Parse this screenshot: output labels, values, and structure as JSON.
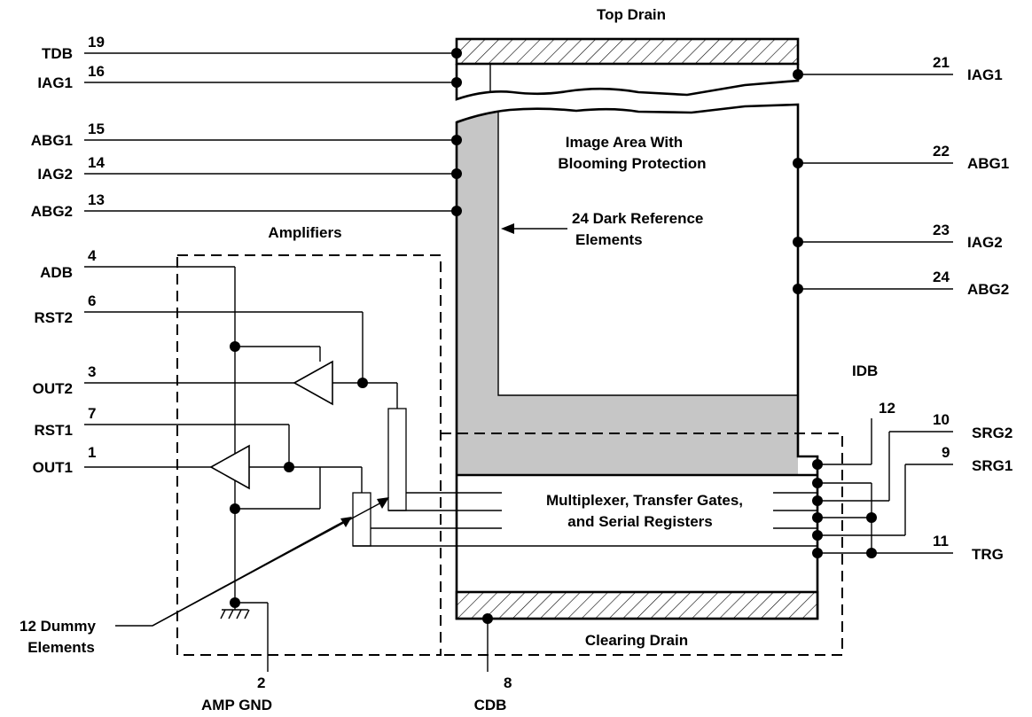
{
  "captions": {
    "top_drain": "Top Drain",
    "clearing_drain": "Clearing Drain",
    "amplifiers": "Amplifiers",
    "image_area_line1": "Image Area With",
    "image_area_line2": "Blooming Protection",
    "dark_ref_line1": "24 Dark Reference",
    "dark_ref_line2": "Elements",
    "mux_line1": "Multiplexer, Transfer Gates,",
    "mux_line2": "and Serial Registers",
    "dummy_line1": "12 Dummy",
    "dummy_line2": "Elements",
    "idb": "IDB"
  },
  "pins": {
    "tdb": {
      "name": "TDB",
      "number": "19"
    },
    "iag1_left": {
      "name": "IAG1",
      "number": "16"
    },
    "abg1_left": {
      "name": "ABG1",
      "number": "15"
    },
    "iag2_left": {
      "name": "IAG2",
      "number": "14"
    },
    "abg2_left": {
      "name": "ABG2",
      "number": "13"
    },
    "adb": {
      "name": "ADB",
      "number": "4"
    },
    "rst2": {
      "name": "RST2",
      "number": "6"
    },
    "out2": {
      "name": "OUT2",
      "number": "3"
    },
    "rst1": {
      "name": "RST1",
      "number": "7"
    },
    "out1": {
      "name": "OUT1",
      "number": "1"
    },
    "amp_gnd": {
      "name": "AMP GND",
      "number": "2"
    },
    "cdb": {
      "name": "CDB",
      "number": "8"
    },
    "iag1_right": {
      "name": "IAG1",
      "number": "21"
    },
    "abg1_right": {
      "name": "ABG1",
      "number": "22"
    },
    "iag2_right": {
      "name": "IAG2",
      "number": "23"
    },
    "abg2_right": {
      "name": "ABG2",
      "number": "24"
    },
    "idb": {
      "number": "12"
    },
    "srg2": {
      "name": "SRG2",
      "number": "10"
    },
    "srg1": {
      "name": "SRG1",
      "number": "9"
    },
    "trg": {
      "name": "TRG",
      "number": "11"
    }
  }
}
